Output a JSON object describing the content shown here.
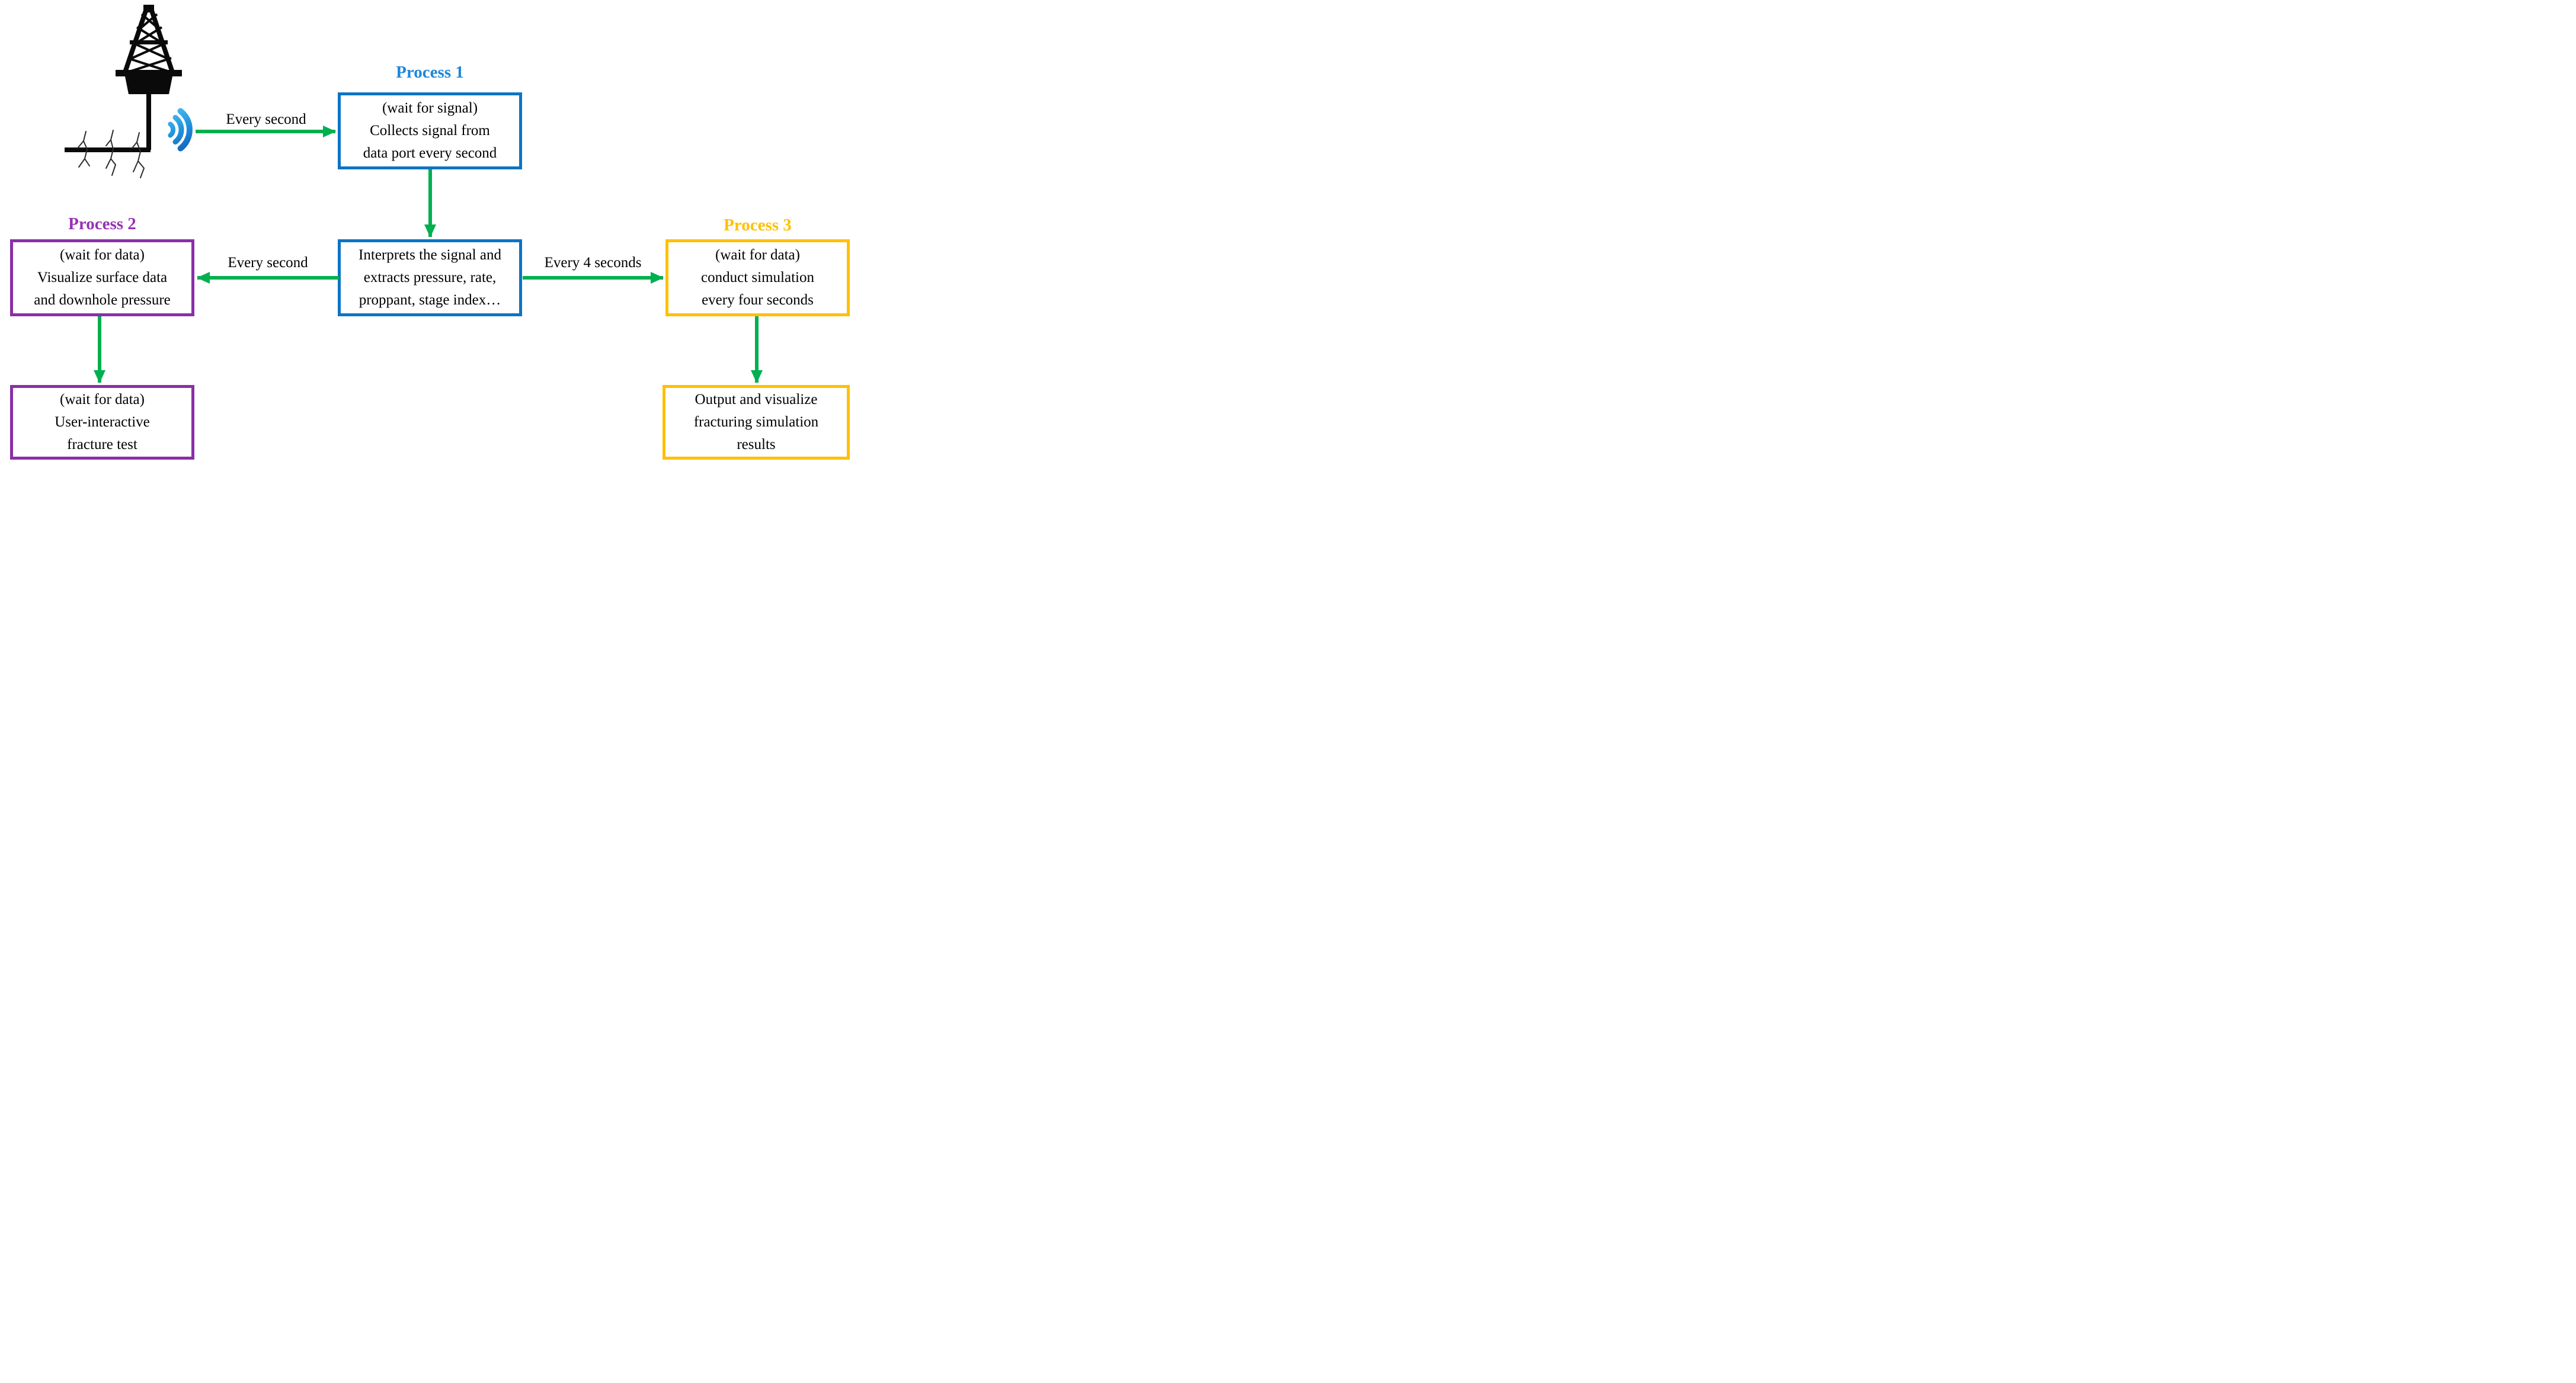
{
  "diagram": {
    "process1": {
      "title": "Process 1",
      "box1": {
        "line1": "(wait for signal)",
        "line2": "Collects signal from",
        "line3": "data port every second"
      },
      "box2": {
        "line1": "Interprets the signal and",
        "line2": "extracts pressure, rate,",
        "line3": "proppant, stage index…"
      }
    },
    "process2": {
      "title": "Process 2",
      "box1": {
        "line1": "(wait for data)",
        "line2": "Visualize surface data",
        "line3": "and downhole pressure"
      },
      "box2": {
        "line1": "(wait for data)",
        "line2": "User-interactive",
        "line3": "fracture test"
      }
    },
    "process3": {
      "title": "Process 3",
      "box1": {
        "line1": "(wait for data)",
        "line2": "conduct simulation",
        "line3": "every four seconds"
      },
      "box2": {
        "line1": "Output and visualize",
        "line2": "fracturing simulation",
        "line3": "results"
      }
    },
    "arrows": {
      "rig_to_p1_label": "Every second",
      "center_to_p2_label": "Every second",
      "center_to_p3_label": "Every 4 seconds"
    },
    "icons": {
      "rig": "drilling-rig-icon",
      "signal": "wifi-signal-icon"
    },
    "colors": {
      "process1": "#0b74c4",
      "process1_title": "#1f86d8",
      "process2": "#8a2fa8",
      "process2_title": "#9632b4",
      "process3": "#ffc000",
      "process3_title": "#ffc000",
      "arrow_green": "#00b050",
      "text": "#000000"
    }
  }
}
